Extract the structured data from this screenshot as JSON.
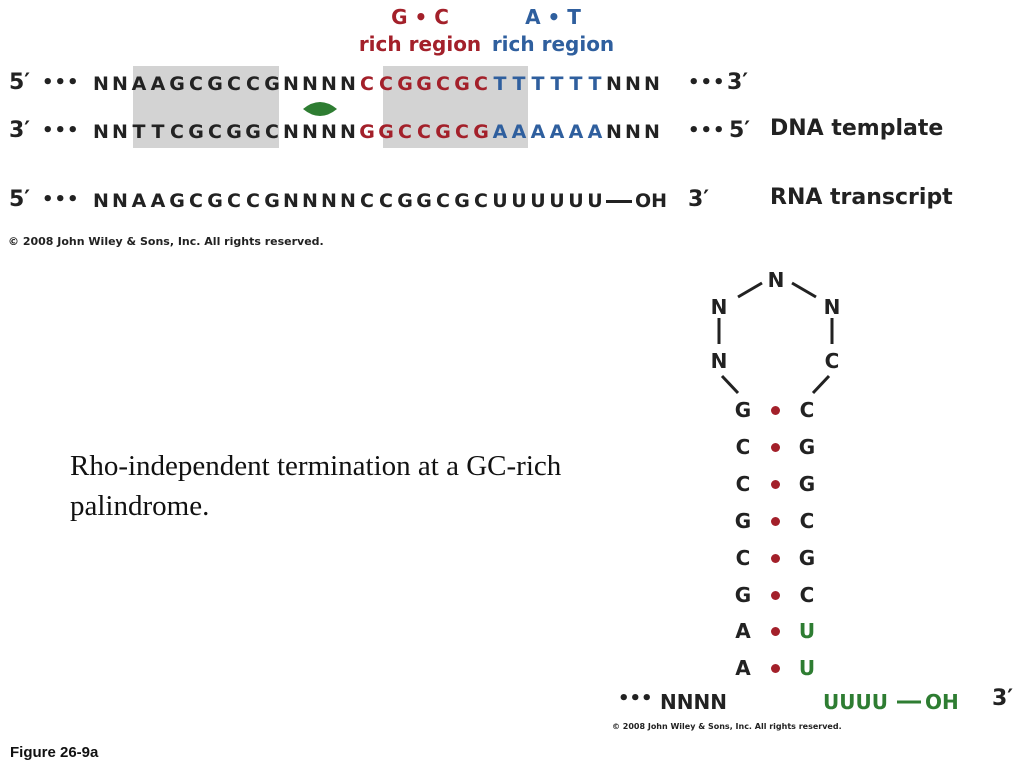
{
  "top_labels": {
    "gc_line1": "G • C",
    "gc_line2": "rich region",
    "at_line1": "A • T",
    "at_line2": "rich region"
  },
  "strands": {
    "coding": {
      "left_end": "5′",
      "right_end": "3′",
      "sequence": [
        "N",
        "N",
        "A",
        "A",
        "G",
        "C",
        "G",
        "C",
        "C",
        "G",
        "N",
        "N",
        "N",
        "N",
        "C",
        "C",
        "G",
        "G",
        "C",
        "G",
        "C",
        "T",
        "T",
        "T",
        "T",
        "T",
        "T",
        "N",
        "N",
        "N"
      ]
    },
    "template": {
      "left_end": "3′",
      "right_end": "5′",
      "label": "DNA template",
      "sequence": [
        "N",
        "N",
        "T",
        "T",
        "C",
        "G",
        "C",
        "G",
        "G",
        "C",
        "N",
        "N",
        "N",
        "N",
        "G",
        "G",
        "C",
        "C",
        "G",
        "C",
        "G",
        "A",
        "A",
        "A",
        "A",
        "A",
        "A",
        "N",
        "N",
        "N"
      ]
    },
    "rna": {
      "left_end": "5′",
      "right_end": "3′",
      "label": "RNA transcript",
      "sequence": [
        "N",
        "N",
        "A",
        "A",
        "G",
        "C",
        "G",
        "C",
        "C",
        "G",
        "N",
        "N",
        "N",
        "N",
        "C",
        "C",
        "G",
        "G",
        "C",
        "G",
        "C",
        "U",
        "U",
        "U",
        "U",
        "U",
        "U"
      ],
      "oh": "OH"
    },
    "dots": "•••"
  },
  "colors": {
    "gc_red": "#a3202a",
    "at_blue": "#2f5f9e",
    "u_green": "#2e7d32",
    "highlight_gray": "#d3d3d3",
    "text": "#222222"
  },
  "copyright_top": "© 2008 John Wiley & Sons, Inc. All rights reserved.",
  "caption": "Rho-independent termination at a GC-rich palindrome.",
  "hairpin": {
    "loop": [
      "N",
      "N",
      "N",
      "N",
      "N",
      "C"
    ],
    "stem_left": [
      "G",
      "C",
      "C",
      "G",
      "C",
      "G",
      "A",
      "A"
    ],
    "stem_right": [
      "C",
      "G",
      "G",
      "C",
      "G",
      "C",
      "U",
      "U"
    ],
    "tail_left": "NNNN",
    "tail_right": "UUUU",
    "oh": "OH",
    "dots": "•••",
    "three_prime": "3′",
    "copyright": "© 2008 John Wiley & Sons, Inc. All rights reserved."
  },
  "figure_label": "Figure 26-9a"
}
